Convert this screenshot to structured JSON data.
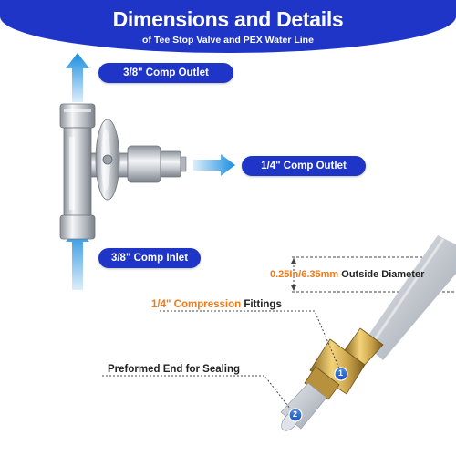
{
  "header": {
    "title": "Dimensions and Details",
    "subtitle": "of Tee Stop Valve and PEX Water Line"
  },
  "labels": {
    "outlet_top": "3/8\"  Comp Outlet",
    "outlet_side": "1/4\"  Comp Outlet",
    "inlet": "3/8\" Comp Inlet",
    "diameter_value": "0.25In/6.35mm",
    "diameter_text": "Outside Diameter",
    "compression_value": "1/4\" Compression",
    "compression_text": "Fittings",
    "preformed": "Preformed End for Sealing"
  },
  "markers": {
    "marker_1": "1",
    "marker_2": "2"
  },
  "colors": {
    "brand_blue": "#1e35c8",
    "arrow_blue": "#1a8de0",
    "accent_orange": "#f07a1a",
    "brass": "#c9a24a",
    "chrome": "#c8ccd2",
    "pex_gray": "#c7ccd3"
  },
  "icons": {
    "arrow_up": "arrow-up-icon",
    "arrow_right": "arrow-right-icon"
  }
}
